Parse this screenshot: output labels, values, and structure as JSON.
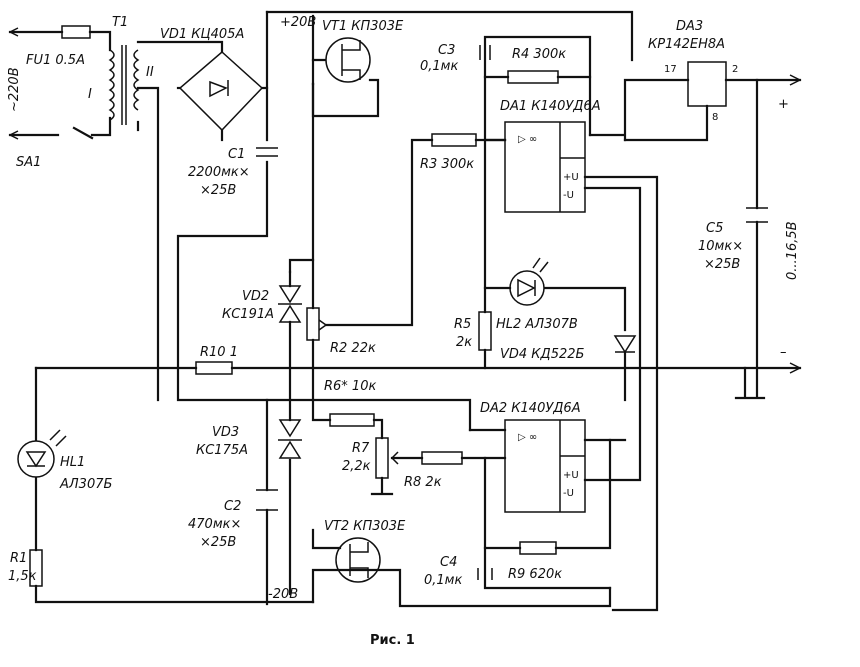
{
  "labels": {
    "t1": "T1",
    "fu1": "FU1 0.5A",
    "mains": "~220В",
    "winding1": "I",
    "winding2": "II",
    "sa1": "SA1",
    "vd1": "VD1 КЦ405А",
    "plus20": "+20В",
    "vt1": "VT1  КП303Е",
    "c1a": "C1",
    "c1b": "2200мк×",
    "c1c": "×25В",
    "c3": "C3",
    "c3v": "0,1мк",
    "r4": "R4  300к",
    "da3a": "DA3",
    "da3b": "КР142ЕН8А",
    "pin17": "17",
    "pin2": "2",
    "pin8": "8",
    "da1": "DA1 К140УД6А",
    "r3": "R3  300к",
    "plus": "+",
    "c5": "C5",
    "c5v1": "10мк×",
    "c5v2": "×25В",
    "range": "0...16,5В",
    "vd2a": "VD2",
    "vd2b": "КС191А",
    "r2": "R2  22к",
    "r5": "R5",
    "r5v": "2к",
    "hl2": "HL2  АЛ307В",
    "vd4": "VD4  КД522Б",
    "r10": "R10  1",
    "minus": "–",
    "r6": "R6*  10к",
    "da2": "DA2  К140УД6А",
    "hl1": "HL1",
    "hl1v": "АЛ307Б",
    "vd3a": "VD3",
    "vd3b": "КС175А",
    "r7": "R7",
    "r7v": "2,2к",
    "r8": "R8  2к",
    "c2": "C2",
    "c2v1": "470мк×",
    "c2v2": "×25В",
    "vt2": "VT2  КП303Е",
    "c4": "C4",
    "c4v": "0,1мк",
    "r9": "R9  620к",
    "r1": "R1",
    "r1v": "1,5к",
    "minus20": "-20В",
    "caption": "Рис. 1"
  }
}
